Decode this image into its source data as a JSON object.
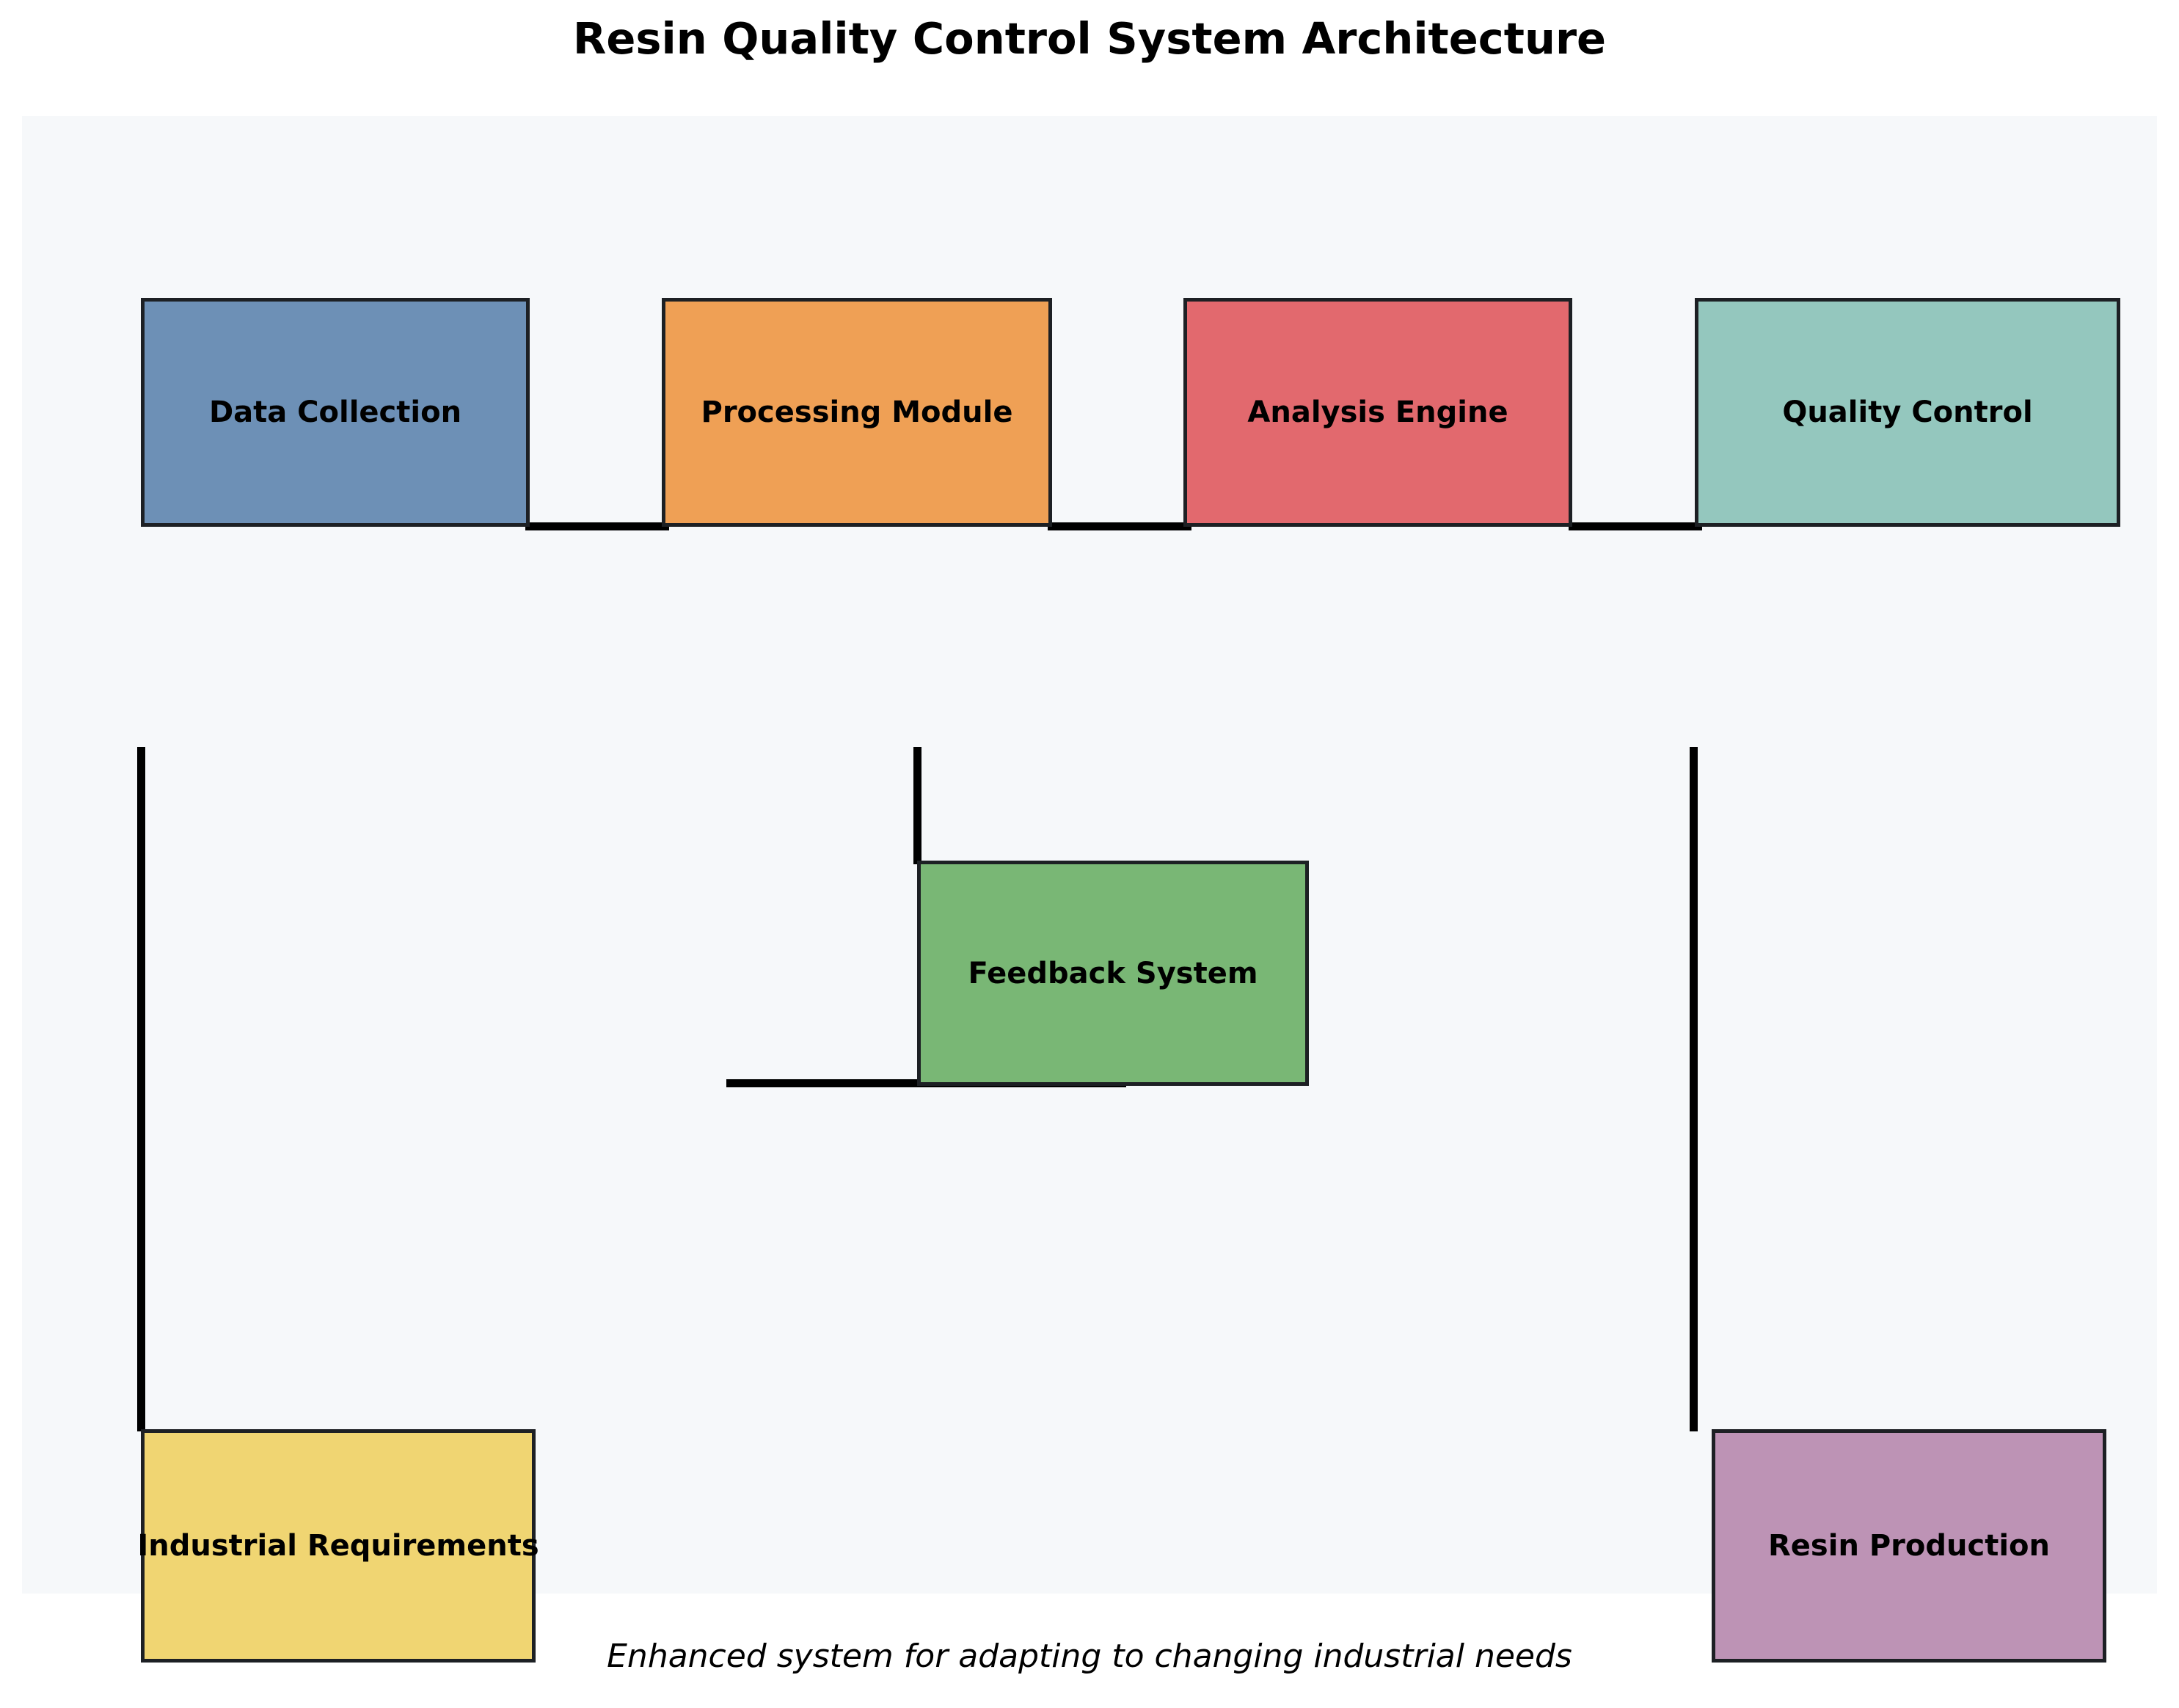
{
  "figure": {
    "title": "Resin Quality Control System Architecture",
    "caption": "Enhanced system for adapting to changing industrial needs",
    "background_color": "#ffffff",
    "panel_color": "#f6f8fa",
    "edge_color": "#1d2024",
    "connector_color": "#000000"
  },
  "chart_data": {
    "type": "diagram",
    "title": "Resin Quality Control System Architecture",
    "subtitle": "Enhanced system for adapting to changing industrial needs",
    "nodes": [
      {
        "id": "data_collection",
        "label": "Data Collection",
        "color": "#6d90b6",
        "row": "top",
        "order": 1
      },
      {
        "id": "processing_module",
        "label": "Processing Module",
        "color": "#efa055",
        "row": "top",
        "order": 2
      },
      {
        "id": "analysis_engine",
        "label": "Analysis Engine",
        "color": "#e2696e",
        "row": "top",
        "order": 3
      },
      {
        "id": "quality_control",
        "label": "Quality Control",
        "color": "#94c7be",
        "row": "top",
        "order": 4
      },
      {
        "id": "feedback_system",
        "label": "Feedback System",
        "color": "#79b775",
        "row": "middle",
        "order": 5
      },
      {
        "id": "industrial_requirements",
        "label": "Industrial Requirements",
        "color": "#f0d572",
        "row": "bottom",
        "order": 6
      },
      {
        "id": "resin_production",
        "label": "Resin Production",
        "color": "#bd93b5",
        "row": "bottom",
        "order": 7
      }
    ],
    "edges": [
      {
        "from": "data_collection",
        "to": "processing_module"
      },
      {
        "from": "processing_module",
        "to": "analysis_engine"
      },
      {
        "from": "analysis_engine",
        "to": "quality_control"
      },
      {
        "from": "quality_control",
        "to": "resin_production"
      },
      {
        "from": "industrial_requirements",
        "to": "data_collection"
      },
      {
        "from": "feedback_system",
        "to": "processing_module"
      }
    ],
    "legend": [],
    "grid": false
  },
  "nodes": {
    "data_collection": {
      "label": "Data Collection"
    },
    "processing_module": {
      "label": "Processing Module"
    },
    "analysis_engine": {
      "label": "Analysis Engine"
    },
    "quality_control": {
      "label": "Quality Control"
    },
    "feedback_system": {
      "label": "Feedback System"
    },
    "industrial_requirements": {
      "label": "Industrial Requirements"
    },
    "resin_production": {
      "label": "Resin Production"
    }
  }
}
